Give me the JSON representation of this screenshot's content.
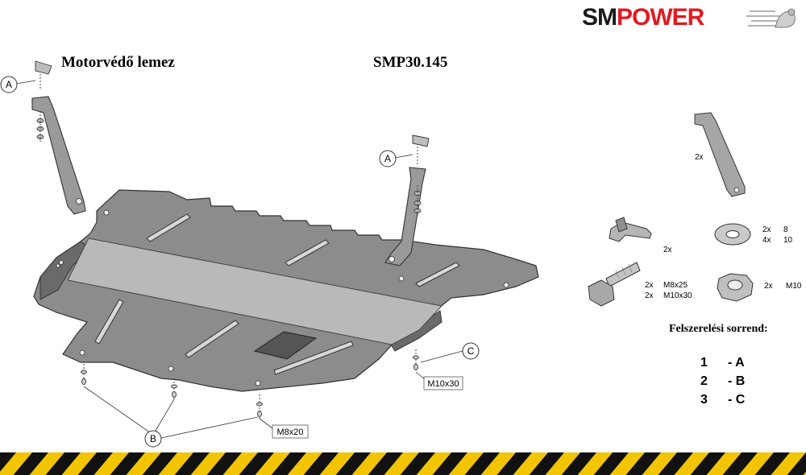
{
  "logo": {
    "part1": "SM",
    "part2": "POWER"
  },
  "header": {
    "product": "Motorvédő lemez",
    "code": "SMP30.145"
  },
  "callouts": {
    "a": "A",
    "b": "B",
    "c": "C"
  },
  "bolt_labels": {
    "m10x30": "M10x30",
    "m8x20": "M8x20"
  },
  "parts": {
    "bracket_qty": "2x",
    "clip_qty": "2x",
    "washer_qty_1": "2x",
    "washer_size_1": "8",
    "washer_qty_2": "4x",
    "washer_size_2": "10",
    "bolt_qty_1": "2x",
    "bolt_size_1": "M8x25",
    "bolt_qty_2": "2x",
    "bolt_size_2": "M10x30",
    "nut_qty": "2x",
    "nut_size": "M10"
  },
  "sequence": {
    "title": "Felszerelési sorrend:",
    "steps": [
      {
        "num": "1",
        "letter": "- A"
      },
      {
        "num": "2",
        "letter": "- B"
      },
      {
        "num": "3",
        "letter": "- C"
      }
    ]
  },
  "colors": {
    "plate": "#8c8c8c",
    "plate_dark": "#5e5e5e",
    "plate_light": "#b9b9b9",
    "logo_red": "#e11b22",
    "stripe_yellow": "#f2c500"
  }
}
